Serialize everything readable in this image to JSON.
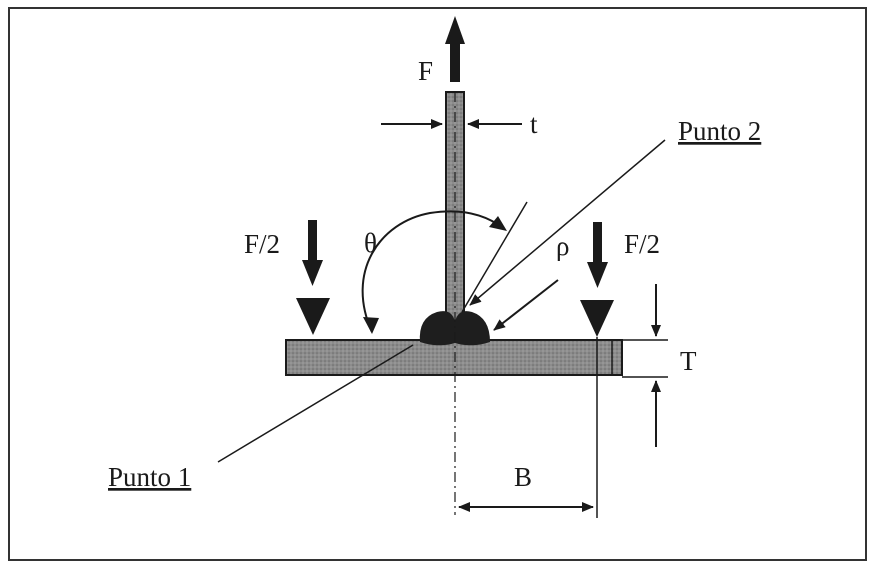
{
  "labels": {
    "force": "F",
    "half_force_left": "F/2",
    "half_force_right": "F/2",
    "plate_thickness": "t",
    "base_thickness": "T",
    "angle": "θ",
    "radius": "ρ",
    "distance": "B",
    "point_1": "Punto 1",
    "point_2": "Punto 2"
  },
  "colors": {
    "ink": "#1a1a1a",
    "plate_fill": "#9a9a9a",
    "base_fill": "#8c8c8c",
    "weld_fill": "#1e1e1e",
    "frame": "#333333"
  }
}
